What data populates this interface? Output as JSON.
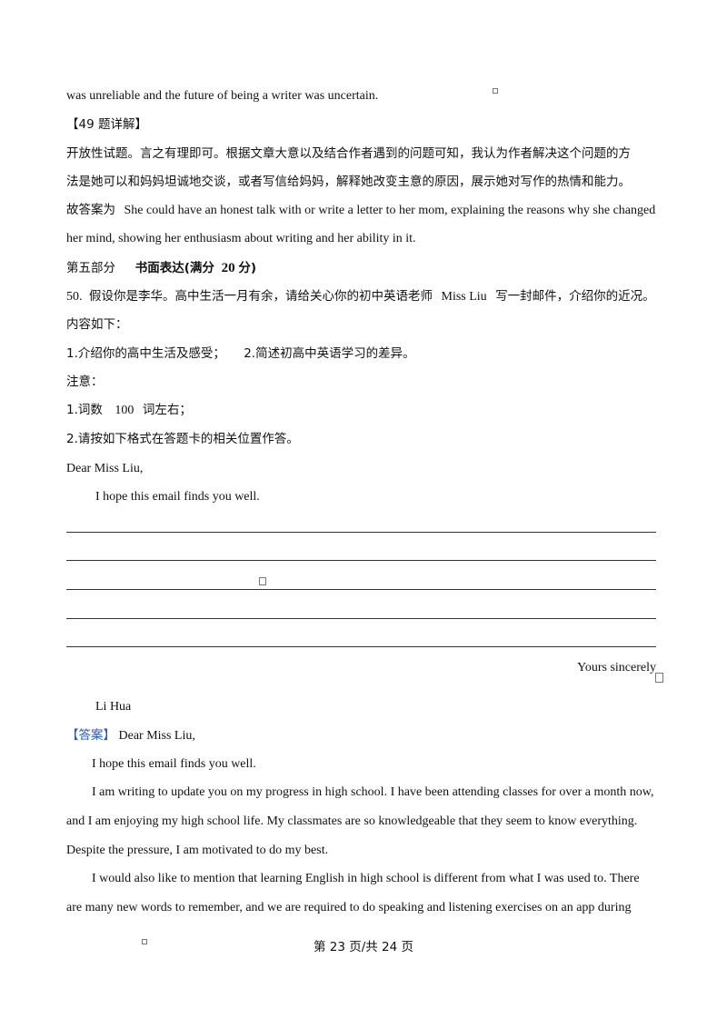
{
  "doc": {
    "line_prev": "was unreliable and the future of being a writer was uncertain.",
    "q49_heading": "【49 题详解】",
    "q49_explain_1": "开放性试题。言之有理即可。根据文章大意以及结合作者遇到的问题可知，我认为作者解决这个问题的方",
    "q49_explain_2": "法是她可以和妈妈坦诚地交谈，或者写信给妈妈，解释她改变主意的原因，展示她对写作的热情和能力。",
    "q49_answer_prefix": "故答案为",
    "q49_answer_1": "She could have an honest talk with or write a letter to her mom, explaining the reasons why she changed",
    "q49_answer_2": "her mind, showing her enthusiasm about writing and her ability in it.",
    "part5_title": "第五部分",
    "part5_name": "书面表达(满分",
    "part5_score": "20",
    "part5_unit": "分)",
    "q50_num": "50.",
    "q50_prompt_a": "假设你是李华。高中生活一月有余，请给关心你的初中英语老师",
    "q50_prompt_name": "Miss Liu",
    "q50_prompt_b": "写一封邮件，介绍你的近况。",
    "q50_content_label": "内容如下：",
    "q50_point_1": "1.介绍你的高中生活及感受；",
    "q50_point_2": "2.简述初高中英语学习的差异。",
    "notes_label": "注意：",
    "note_1_a": "1.词数",
    "note_1_num": "100",
    "note_1_b": "词左右；",
    "note_2": "2.请按如下格式在答题卡的相关位置作答。",
    "template_greeting": "Dear Miss Liu,",
    "template_opening": "I hope this email finds you well.",
    "template_closing": "Yours sincerely",
    "template_signature": "Li Hua",
    "answer_tag": "【答案】",
    "answer_greeting": "Dear Miss Liu,",
    "answer_opening": "I hope this email finds you well.",
    "answer_p1_1": "I am writing to update you on my progress in high school. I have been attending classes for over a month now,",
    "answer_p1_2": "and I am enjoying my high school life. My classmates are so knowledgeable that they seem to know everything.",
    "answer_p1_3": "Despite the pressure, I am motivated to do my best.",
    "answer_p2_1": "I would also like to mention that learning English in high school is different from what I was used to. There",
    "answer_p2_2": "are many new words to remember, and we are required to do speaking and listening exercises on an app during",
    "footer": "第 23 页/共 24 页"
  },
  "colors": {
    "answer_tag": "#2b5aa8",
    "text": "#111111"
  }
}
